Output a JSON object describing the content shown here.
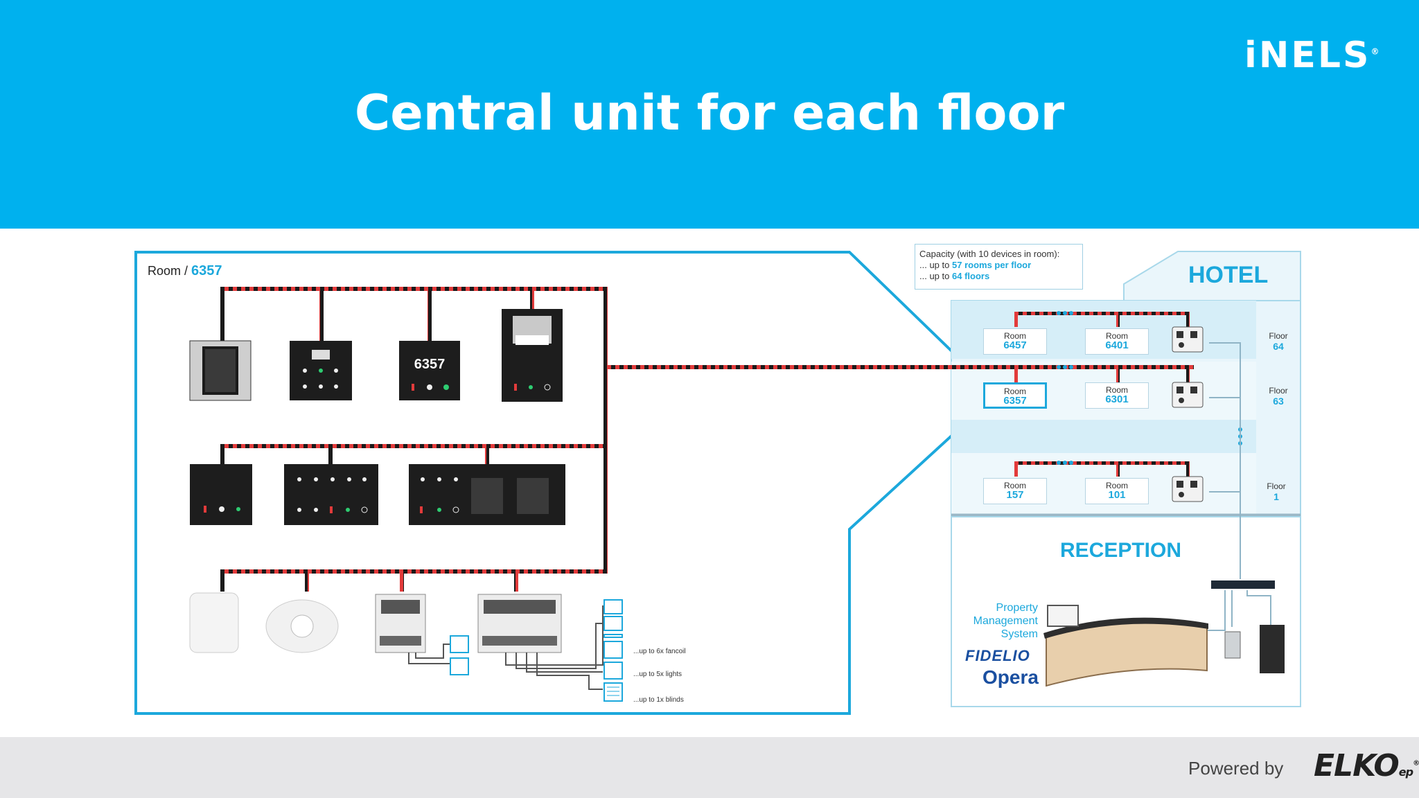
{
  "header": {
    "title": "Central unit for each floor",
    "logo": "iNELS",
    "logo_mark": "®"
  },
  "room_panel": {
    "label": "Room /",
    "number": "6357",
    "device_display": "6357",
    "notes": [
      "...up to 6x fancoil",
      "...up to 5x lights",
      "...up to 1x blinds"
    ]
  },
  "capacity": {
    "line1": "Capacity (with 10 devices in room):",
    "line2_prefix": "... up to",
    "line2_value": "57 rooms per floor",
    "line3_prefix": "... up to",
    "line3_value": "64 floors"
  },
  "hotel": {
    "title": "HOTEL",
    "room_word": "Room",
    "floor_word": "Floor",
    "rows": [
      {
        "rooms": [
          "6457",
          "6401"
        ],
        "floor": "64"
      },
      {
        "rooms": [
          "6357",
          "6301"
        ],
        "floor": "63"
      },
      {
        "rooms": [
          "157",
          "101"
        ],
        "floor": "1"
      }
    ]
  },
  "reception": {
    "title": "RECEPTION",
    "pms": "Property Management System",
    "fidelio": "FIDELIO",
    "opera": "Opera"
  },
  "footer": {
    "powered_by": "Powered by",
    "brand": "ELKO",
    "brand_sub": "ep",
    "brand_mark": "®"
  },
  "colors": {
    "accent": "#00b1ee",
    "label_blue": "#1ca8dc",
    "wire_red": "#e23b3b",
    "wire_black": "#1a1a1a",
    "footer_bg": "#e6e6e8"
  }
}
